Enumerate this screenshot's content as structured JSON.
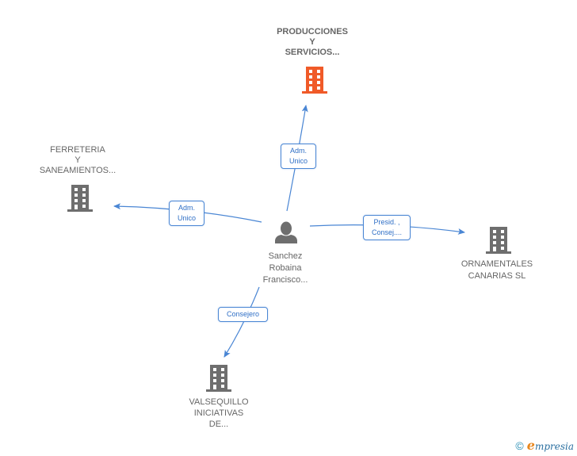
{
  "diagram": {
    "colors": {
      "edge": "#4a86d4",
      "center_company": "#f05a28",
      "company": "#6e6e6e",
      "person": "#6e6e6e"
    },
    "center_company": {
      "name_lines": [
        "PRODUCCIONES",
        "Y",
        "SERVICIOS..."
      ],
      "icon": "building-icon"
    },
    "person": {
      "name_lines": [
        "Sanchez",
        "Robaina",
        "Francisco..."
      ],
      "icon": "person-icon"
    },
    "companies": [
      {
        "id": "ferreteria",
        "name_lines": [
          "FERRETERIA",
          "Y",
          "SANEAMIENTOS..."
        ],
        "icon": "building-icon"
      },
      {
        "id": "ornamentales",
        "name_lines": [
          "ORNAMENTALES",
          "CANARIAS SL"
        ],
        "icon": "building-icon"
      },
      {
        "id": "valsequillo",
        "name_lines": [
          "VALSEQUILLO",
          "INICIATIVAS",
          "DE..."
        ],
        "icon": "building-icon"
      }
    ],
    "edges": [
      {
        "to": "center",
        "label_lines": [
          "Adm.",
          "Unico"
        ]
      },
      {
        "to": "ferreteria",
        "label_lines": [
          "Adm.",
          "Unico"
        ]
      },
      {
        "to": "ornamentales",
        "label_lines": [
          "Presid. ,",
          "Consej...."
        ]
      },
      {
        "to": "valsequillo",
        "label_lines": [
          "Consejero"
        ]
      }
    ]
  },
  "footer": {
    "copyright_symbol": "©",
    "brand_initial": "e",
    "brand_rest": "mpresia"
  }
}
